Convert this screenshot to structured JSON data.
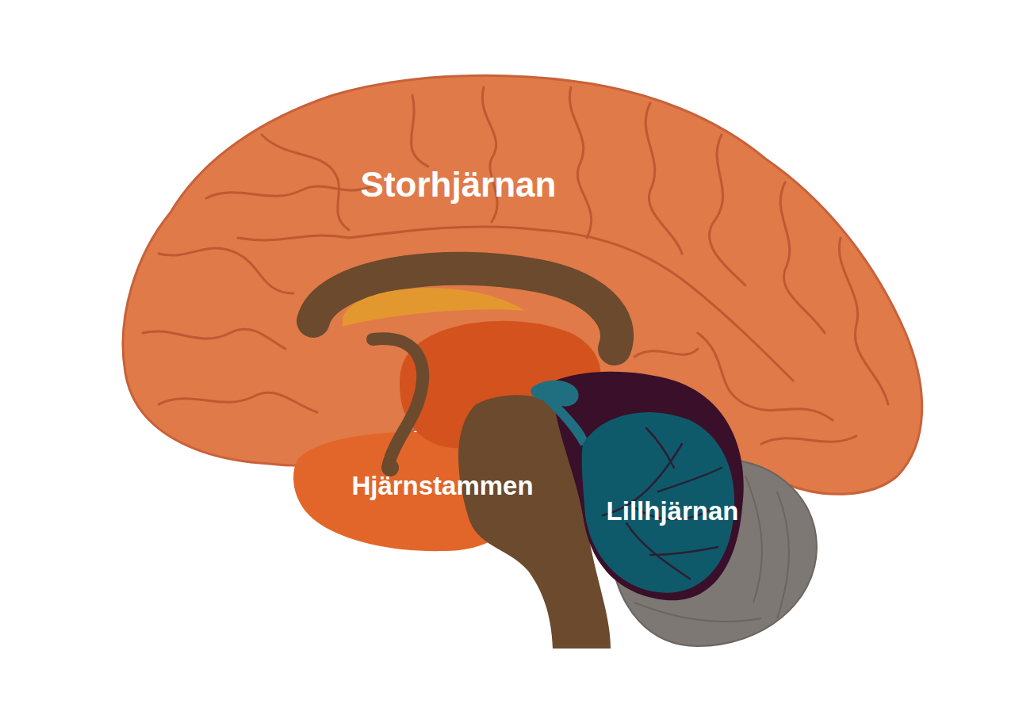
{
  "diagram": {
    "labels": [
      "Storhjärnan",
      "Hjärnstammen",
      "Lillhjärnan"
    ]
  }
}
